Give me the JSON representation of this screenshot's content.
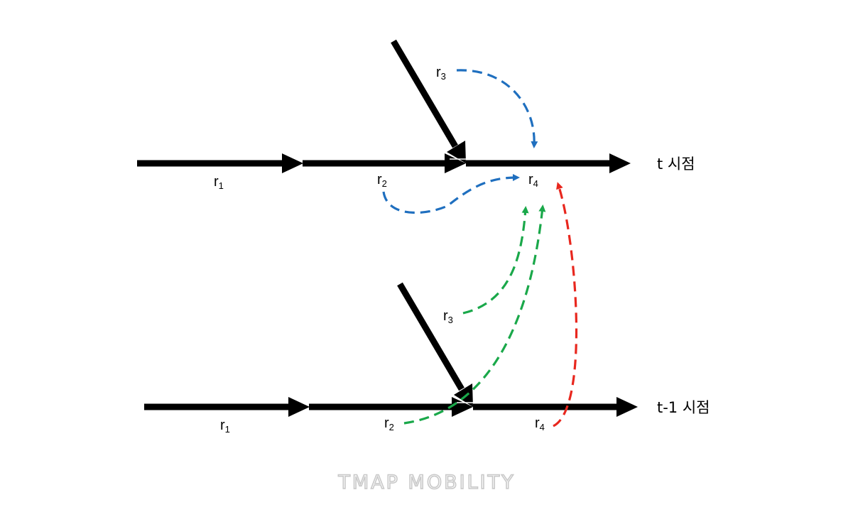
{
  "rows": {
    "top": {
      "time_label": "t 시점",
      "labels": {
        "r1": "r",
        "r1_sub": "1",
        "r2": "r",
        "r2_sub": "2",
        "r3": "r",
        "r3_sub": "3",
        "r4": "r",
        "r4_sub": "4"
      }
    },
    "bottom": {
      "time_label": "t-1 시점",
      "labels": {
        "r1": "r",
        "r1_sub": "1",
        "r2": "r",
        "r2_sub": "2",
        "r3": "r",
        "r3_sub": "3",
        "r4": "r",
        "r4_sub": "4"
      }
    }
  },
  "links": {
    "colors": {
      "blue": "#1f6fbf",
      "green": "#1aa84a",
      "red": "#e8271e"
    }
  },
  "watermark": "TMAP MOBILITY"
}
